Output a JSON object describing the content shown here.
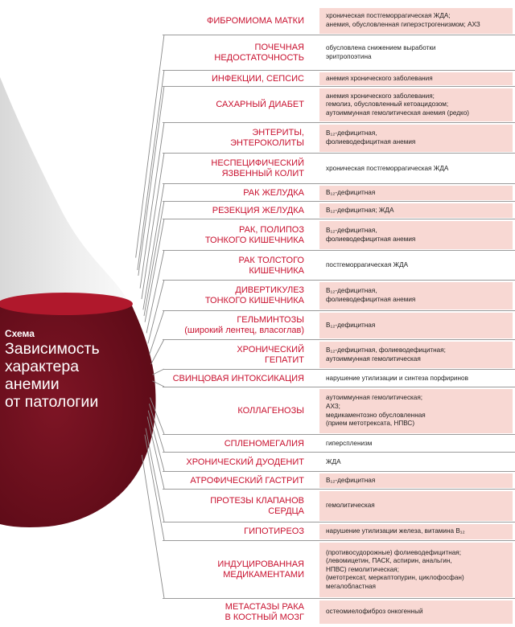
{
  "caption": {
    "label": "Схема",
    "title": "Зависимость\nхарактера\nанемии\nот патологии"
  },
  "rows": [
    {
      "label": "ФИБРОМИОМА МАТКИ",
      "desc": "хроническая постгеморрагическая ЖДА;\nанемия, обусловленная гиперэстрогенизмом; АХЗ"
    },
    {
      "label": "ПОЧЕЧНАЯ\nНЕДОСТАТОЧНОСТЬ",
      "desc": "обусловлена снижением выработки\nэритропоэтина"
    },
    {
      "label": "ИНФЕКЦИИ, СЕПСИС",
      "desc": "анемия хронического заболевания"
    },
    {
      "label": "САХАРНЫЙ ДИАБЕТ",
      "desc": "анемия хронического заболевания;\nгемолиз, обусловленный кетоацидозом;\nаутоиммунная гемолитическая анемия (редко)"
    },
    {
      "label": "ЭНТЕРИТЫ,\nЭНТЕРОКОЛИТЫ",
      "desc": "B₁₂-дефицитная,\nфолиеводефицитная анемия"
    },
    {
      "label": "НЕСПЕЦИФИЧЕСКИЙ\nЯЗВЕННЫЙ КОЛИТ",
      "desc": "хроническая постгеморрагическая ЖДА"
    },
    {
      "label": "РАК ЖЕЛУДКА",
      "desc": "B₁₂-дефицитная"
    },
    {
      "label": "РЕЗЕКЦИЯ ЖЕЛУДКА",
      "desc": "B₁₂-дефицитная; ЖДА"
    },
    {
      "label": "РАК, ПОЛИПОЗ\nТОНКОГО КИШЕЧНИКА",
      "desc": "B₁₂-дефицитная,\nфолиеводефицитная анемия"
    },
    {
      "label": "РАК ТОЛСТОГО\nКИШЕЧНИКА",
      "desc": "постгеморрагическая ЖДА"
    },
    {
      "label": "ДИВЕРТИКУЛЕЗ\nТОНКОГО КИШЕЧНИКА",
      "desc": "B₁₂-дефицитная,\nфолиеводефицитная анемия"
    },
    {
      "label": "ГЕЛЬМИНТОЗЫ\n(широкий лентец, власоглав)",
      "desc": "B₁₂-дефицитная"
    },
    {
      "label": "ХРОНИЧЕСКИЙ\nГЕПАТИТ",
      "desc": "B₁₂-дефицитная, фолиеводефицитная;\nаутоиммунная гемолитическая"
    },
    {
      "label": "СВИНЦОВАЯ ИНТОКСИКАЦИЯ",
      "desc": "нарушение утилизации и синтеза порфиринов"
    },
    {
      "label": "КОЛЛАГЕНОЗЫ",
      "desc": "аутоиммунная гемолитическая;\nАХЗ;\nмедикаментозно обусловленная\n(прием метотрексата, НПВС)"
    },
    {
      "label": "СПЛЕНОМЕГАЛИЯ",
      "desc": "гиперспленизм"
    },
    {
      "label": "ХРОНИЧЕСКИЙ ДУОДЕНИТ",
      "desc": "ЖДА"
    },
    {
      "label": "АТРОФИЧЕСКИЙ ГАСТРИТ",
      "desc": "B₁₂-дефицитная"
    },
    {
      "label": "ПРОТЕЗЫ КЛАПАНОВ\nСЕРДЦА",
      "desc": "гемолитическая"
    },
    {
      "label": "ГИПОТИРЕОЗ",
      "desc": "нарушение утилизации железа, витамина B₁₂"
    },
    {
      "label": "ИНДУЦИРОВАННАЯ\nМЕДИКАМЕНТАМИ",
      "desc": "(противосудорожные) фолиеводефицитная;\n(левомицетин, ПАСК, аспирин, анальгин,\nНПВС) гемолитическая;\n(метотрексат, меркаптопурин, циклофосфан)\nмегалобластная"
    },
    {
      "label": "МЕТАСТАЗЫ РАКА\nВ КОСТНЫЙ МОЗГ",
      "desc": "остеомиелофиброз онкогенный"
    }
  ]
}
